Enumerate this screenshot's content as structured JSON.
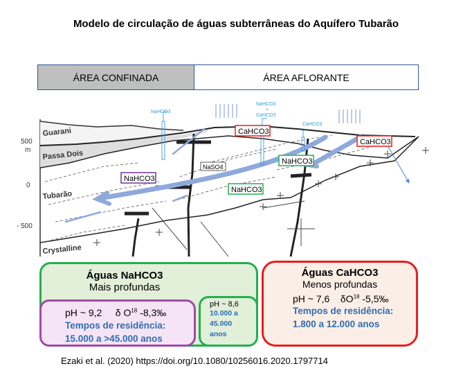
{
  "title": "Modelo de circulação de águas subterrâneas do Aquífero Tubarão",
  "header": {
    "confined": "ÁREA CONFINADA",
    "outcrop": "ÁREA AFLORANTE"
  },
  "section": {
    "axis": {
      "t500": "500",
      "unit": "m",
      "t0": "0",
      "tm500": "- 500"
    },
    "layers": {
      "guarani": "Guarani",
      "passa_dois": "Passa Dois",
      "tubarao": "Tubarão",
      "crystalline": "Crystalline"
    },
    "wells": {
      "w1": "NaHCO3",
      "w2a": "NaHCO3",
      "w2b": "+",
      "w2c": "CaHCO3",
      "w3": "CaHCO3"
    },
    "labels": {
      "ca1": "CaHCO3",
      "ca2": "CaHCO3",
      "na_green1": "NaHCO3",
      "na_green2": "NaHCO3",
      "na_purple": "NaHCO3",
      "naso4": "NaSO4"
    },
    "colors": {
      "flow": "#8ea9db",
      "red": "#e81c1c",
      "green": "#22b04c",
      "purple": "#7030a0"
    }
  },
  "boxes": {
    "nahco3": {
      "title": "Águas NaHCO3",
      "subtitle": "Mais profundas"
    },
    "purple": {
      "ph": "pH ~ 9,2",
      "delta": "δ O",
      "sup": "18",
      "dval": "-8,3‰",
      "res_label": "Tempos de residência:",
      "res_value": "15.000 a  >45.000 anos"
    },
    "small": {
      "ph": "pH  ~ 8,6",
      "l1": "10.000 a",
      "l2": "45.000",
      "l3": "anos"
    },
    "cahco3": {
      "title": "Águas CaHCO3",
      "subtitle": "Menos profundas",
      "ph": "pH  ~ 7,6",
      "delta": "δO",
      "sup": "18",
      "dval": "-5,5‰",
      "res_label": "Tempos de residência:",
      "res_value": "1.800 a 12.000 anos"
    }
  },
  "citation": "Ezaki et al. (2020) https://doi.org/10.1080/10256016.2020.1797714"
}
